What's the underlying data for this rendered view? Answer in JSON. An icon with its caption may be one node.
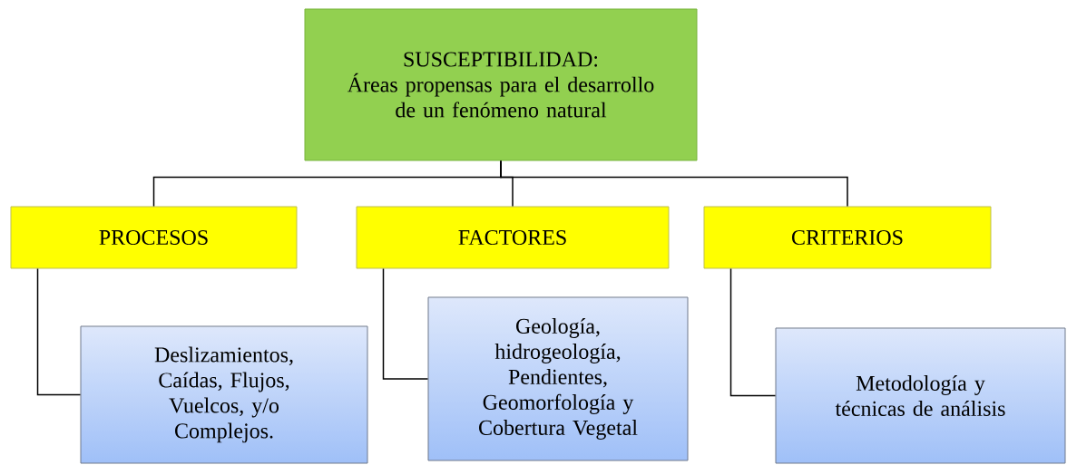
{
  "diagram": {
    "nodes": [
      {
        "text": [
          "SUSCEPTIBILIDAD:",
          "Áreas propensas para el desarrollo de un fenómeno natural"
        ]
      },
      {
        "text": [
          "PROCESOS"
        ]
      },
      {
        "text": [
          "FACTORES"
        ]
      },
      {
        "text": [
          "CRITERIOS"
        ]
      },
      {
        "text": [
          "Deslizamientos, Caídas, Flujos, Vuelcos, y/o Complejos."
        ]
      },
      {
        "text": [
          "Geología, hidrogeología, Pendientes, Geomorfología y Cobertura Vegetal"
        ]
      },
      {
        "text": [
          "Metodología y técnicas de análisis"
        ]
      }
    ],
    "edges": [
      {
        "from": 0,
        "to": 1,
        "arrow": "none"
      },
      {
        "from": 0,
        "to": 2,
        "arrow": "none"
      },
      {
        "from": 0,
        "to": 3,
        "arrow": "none"
      },
      {
        "from": 1,
        "to": 4,
        "arrow": "none"
      },
      {
        "from": 2,
        "to": 5,
        "arrow": "none"
      },
      {
        "from": 3,
        "to": 6,
        "arrow": "none"
      }
    ]
  }
}
